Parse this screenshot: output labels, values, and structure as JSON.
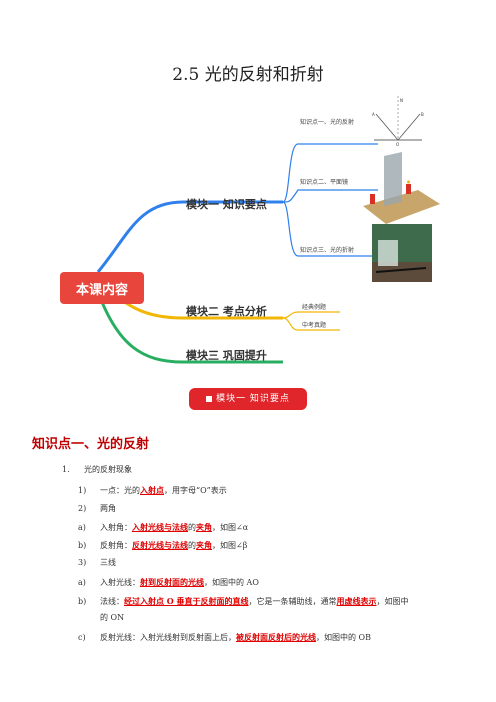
{
  "title": "2.5 光的反射和折射",
  "mindmap": {
    "root": "本课内容",
    "modules": [
      {
        "label": "模块一 知识要点"
      },
      {
        "label": "模块二 考点分析"
      },
      {
        "label": "模块三 巩固提升"
      }
    ],
    "leaves_m1": [
      "知识点一、光的反射",
      "知识点二、平面镜",
      "知识点三、光的折射"
    ],
    "leaves_m2": [
      "经典例题",
      "中考真题"
    ],
    "diagram_labels": {
      "n": "N",
      "a": "A",
      "o": "O",
      "b": "B"
    },
    "colors": {
      "root": "#e8453c",
      "m1": "#2f80ed",
      "m2": "#f2b705",
      "m3": "#27ae60"
    }
  },
  "banner": "模块一 知识要点",
  "section_title": "知识点一、光的反射",
  "content": {
    "item1": {
      "num": "1.",
      "text": "光的反射现象"
    },
    "s1": {
      "num": "1)",
      "pre": "一点：光的",
      "red": "入射点",
      "post": "，用字母“O”表示"
    },
    "s2": {
      "num": "2)",
      "text": "两角"
    },
    "s2a": {
      "num": "a)",
      "pre": "入射角：",
      "red1": "入射光线与法线",
      "mid": "的",
      "red2": "夹角",
      "post": "，如图∠α"
    },
    "s2b": {
      "num": "b)",
      "pre": "反射角：",
      "red1": "反射光线与法线",
      "mid": "的",
      "red2": "夹角",
      "post": "，如图∠β"
    },
    "s3": {
      "num": "3)",
      "text": "三线"
    },
    "s3a": {
      "num": "a)",
      "pre": "入射光线：",
      "red": "射到反射面的光线",
      "post": "，如图中的 AO"
    },
    "s3b": {
      "num": "b)",
      "pre": "法线：",
      "red1": "经过入射点 O 垂直于反射面的直线",
      "mid": "，它是一条辅助线，通常",
      "red2": "用虚线表示",
      "post": "，如图中"
    },
    "s3b2": {
      "text": "的 ON"
    },
    "s3c": {
      "num": "c)",
      "pre": "反射光线：入射光线射到反射面上后，",
      "red": "被反射面反射后的光线",
      "post": "，如图中的 OB"
    }
  }
}
